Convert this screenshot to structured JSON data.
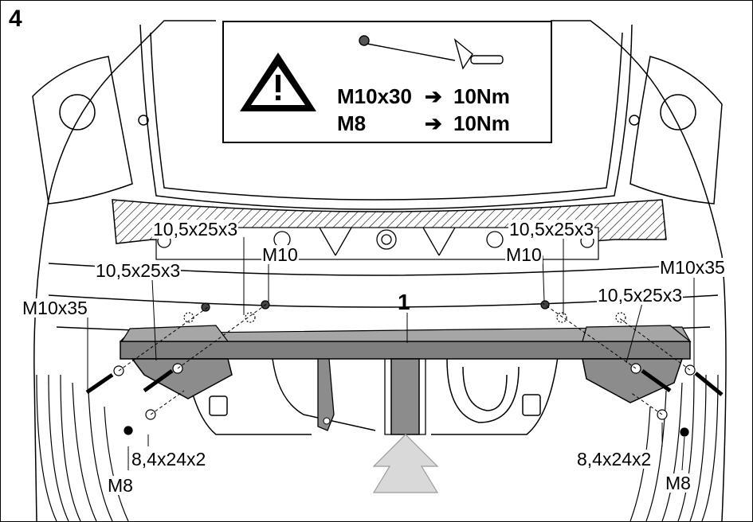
{
  "step_number": "4",
  "part_number": "1",
  "torque_specs": [
    {
      "bolt": "M10x30",
      "arrow": "➔",
      "torque": "10Nm"
    },
    {
      "bolt": "M8",
      "arrow": "➔",
      "torque": "10Nm"
    }
  ],
  "labels": {
    "washer_top_left": "10,5x25x3",
    "washer_top_right": "10,5x25x3",
    "washer_mid_left": "10,5x25x3",
    "washer_mid_right": "10,5x25x3",
    "nut_left": "M10",
    "nut_right": "M10",
    "bolt_left": "M10x35",
    "bolt_right": "M10x35",
    "washer_small_left": "8,4x24x2",
    "washer_small_right": "8,4x24x2",
    "bolt_small_left": "M8",
    "bolt_small_right": "M8"
  },
  "icons": [
    "warning-icon",
    "torque-wrench-icon",
    "direction-arrow-icon"
  ],
  "colors": {
    "line": "#000000",
    "towbar": "#7f7f7f",
    "bracket": "#8c8c8c",
    "arrow": "#d9d9d9",
    "background": "#ffffff"
  }
}
